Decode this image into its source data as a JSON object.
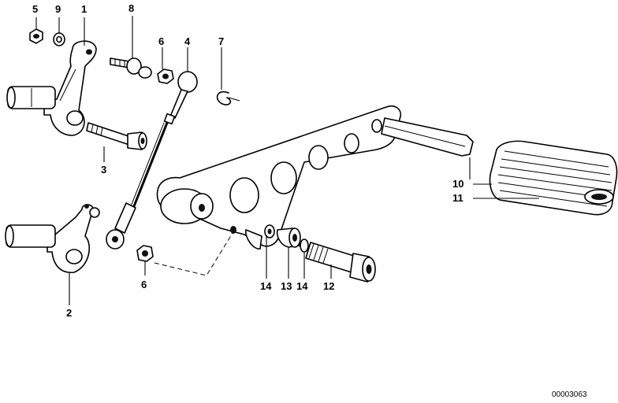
{
  "diagram": {
    "catalog_number": "00003063",
    "callouts": {
      "c5": "5",
      "c9": "9",
      "c1": "1",
      "c8": "8",
      "c6a": "6",
      "c4": "4",
      "c7": "7",
      "c3": "3",
      "c2": "2",
      "c6b": "6",
      "c10": "10",
      "c11": "11",
      "c14a": "14",
      "c13": "13",
      "c14b": "14",
      "c12": "12"
    }
  }
}
